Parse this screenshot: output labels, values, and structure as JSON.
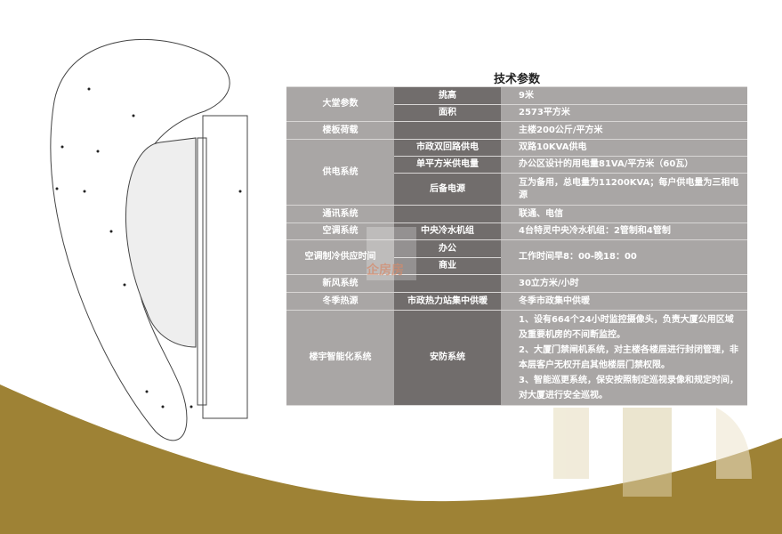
{
  "title": "技术参数",
  "watermark": "企房房",
  "colors": {
    "gold": "#9e8235",
    "cell_light": "#a9a6a5",
    "cell_dark": "#716d6c"
  },
  "rows": [
    {
      "c1": "大堂参数",
      "c2": "挑高",
      "c3": "9米"
    },
    {
      "c2": "面积",
      "c3": "2573平方米"
    },
    {
      "c1": "楼板荷载",
      "c2": "",
      "c3": "主楼200公斤/平方米"
    },
    {
      "c1": "供电系统",
      "c2": "市政双回路供电",
      "c3": "双路10KVA供电"
    },
    {
      "c2": "单平方米供电量",
      "c3": "办公区设计的用电量81VA/平方米（60瓦）"
    },
    {
      "c2": "后备电源",
      "c3": "互为备用，总电量为11200KVA；每户供电量为三相电源"
    },
    {
      "c1": "通讯系统",
      "c2": "",
      "c3": "联通、电信"
    },
    {
      "c1": "空调系统",
      "c2": "中央冷水机组",
      "c3": "4台特灵中央冷水机组：2管制和4管制"
    },
    {
      "c1": "空调制冷供应时间",
      "c2": "办公",
      "c3": "工作时间早8：00-晚18：00"
    },
    {
      "c2": "商业"
    },
    {
      "c1": "新风系统",
      "c2": "",
      "c3": "30立方米/小时"
    },
    {
      "c1": "冬季热源",
      "c2": "市政热力站集中供暖",
      "c3": "冬季市政集中供暖"
    },
    {
      "c1": "楼宇智能化系统",
      "c2": "安防系统",
      "c3": "1、设有664个24小时监控摄像头，负责大厦公用区域及重要机房的不间断监控。\n2、大厦门禁闸机系统，对主楼各楼层进行封闭管理，非本层客户无权开启其他楼层门禁权限。\n3、智能巡更系统，保安按照制定巡视录像和规定时间，对大厦进行安全巡视。"
    }
  ]
}
